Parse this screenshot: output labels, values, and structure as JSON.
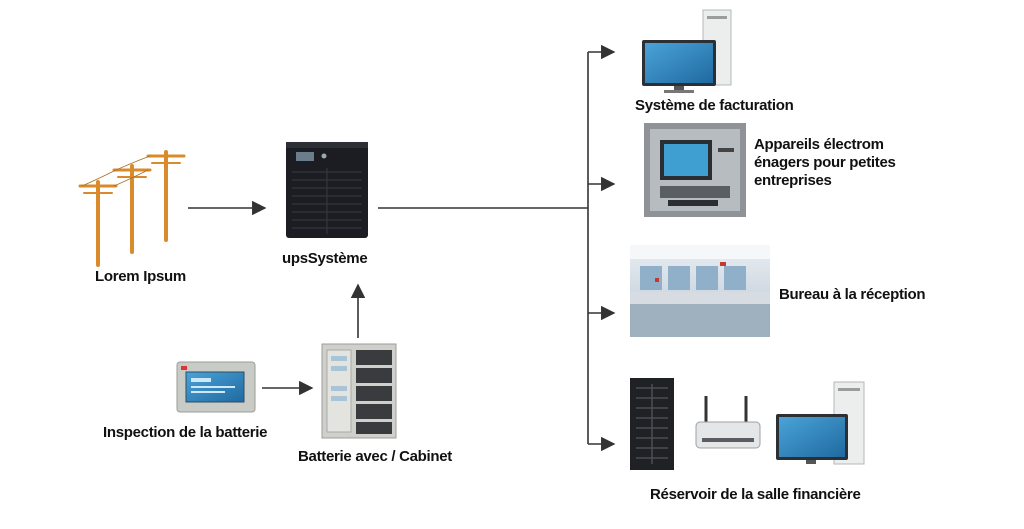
{
  "nodes": {
    "power": {
      "label": "Lorem Ipsum"
    },
    "ups": {
      "label": "upsSystème"
    },
    "inspection": {
      "label": "Inspection de la batterie"
    },
    "battery": {
      "label": "Batterie avec / Cabinet"
    },
    "billing": {
      "label": "Système de facturation"
    },
    "appliances": {
      "label": "Appareils électrom énagers pour petites entreprises"
    },
    "reception": {
      "label": "Bureau à la réception"
    },
    "finance": {
      "label": "Réservoir de la salle financière"
    }
  },
  "colors": {
    "arrow": "#333333",
    "pole": "#d98b2b",
    "ups_body": "#1b1d22",
    "monitor_screen": "#2b7fb8",
    "cabinet": "#cfd0cc"
  }
}
